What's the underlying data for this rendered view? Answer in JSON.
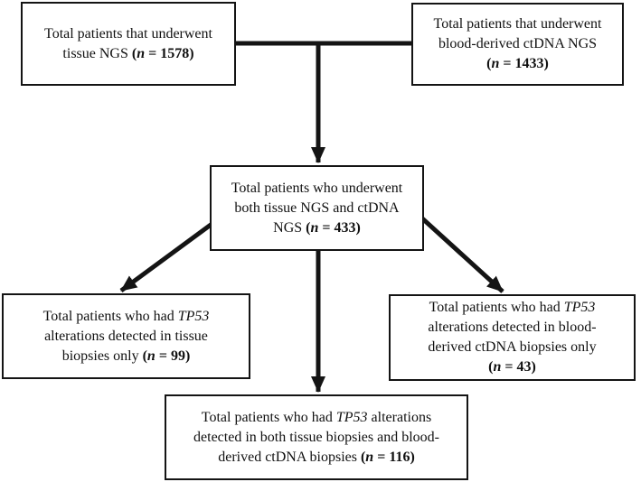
{
  "colors": {
    "ink": "#141414",
    "text": "#111111",
    "background": "#ffffff"
  },
  "diagram": {
    "boxes": {
      "tissue_ngs": {
        "segments": [
          {
            "text": "Total patients that underwent tissue NGS ",
            "style": "plain"
          },
          {
            "text": "(",
            "style": "bold"
          },
          {
            "text": "n",
            "style": "bolditalic"
          },
          {
            "text": " = 1578)",
            "style": "bold"
          }
        ]
      },
      "ctdna_ngs": {
        "segments": [
          {
            "text": "Total patients that underwent blood-derived ctDNA NGS ",
            "style": "plain"
          },
          {
            "text": "(",
            "style": "bold"
          },
          {
            "text": "n",
            "style": "bolditalic"
          },
          {
            "text": " = 1433)",
            "style": "bold"
          }
        ]
      },
      "both_ngs": {
        "segments": [
          {
            "text": "Total patients who underwent both tissue NGS and ctDNA NGS ",
            "style": "plain"
          },
          {
            "text": "(",
            "style": "bold"
          },
          {
            "text": "n",
            "style": "bolditalic"
          },
          {
            "text": " = 433)",
            "style": "bold"
          }
        ]
      },
      "tissue_only": {
        "segments": [
          {
            "text": "Total patients who had ",
            "style": "plain"
          },
          {
            "text": "TP53",
            "style": "italic"
          },
          {
            "text": " alterations detected in tissue biopsies only ",
            "style": "plain"
          },
          {
            "text": "(",
            "style": "bold"
          },
          {
            "text": "n",
            "style": "bolditalic"
          },
          {
            "text": " = 99)",
            "style": "bold"
          }
        ]
      },
      "ctdna_only": {
        "segments": [
          {
            "text": "Total patients who had ",
            "style": "plain"
          },
          {
            "text": "TP53",
            "style": "italic"
          },
          {
            "text": " alterations detected in blood-derived ctDNA biopsies only ",
            "style": "plain"
          },
          {
            "text": "(",
            "style": "bold"
          },
          {
            "text": "n",
            "style": "bolditalic"
          },
          {
            "text": " = 43)",
            "style": "bold"
          }
        ]
      },
      "both_biopsies": {
        "segments": [
          {
            "text": "Total patients who had ",
            "style": "plain"
          },
          {
            "text": "TP53",
            "style": "italic"
          },
          {
            "text": " alterations detected in both tissue biopsies and blood-derived ctDNA biopsies ",
            "style": "plain"
          },
          {
            "text": "(",
            "style": "bold"
          },
          {
            "text": "n",
            "style": "bolditalic"
          },
          {
            "text": " = 116)",
            "style": "bold"
          }
        ]
      }
    }
  }
}
